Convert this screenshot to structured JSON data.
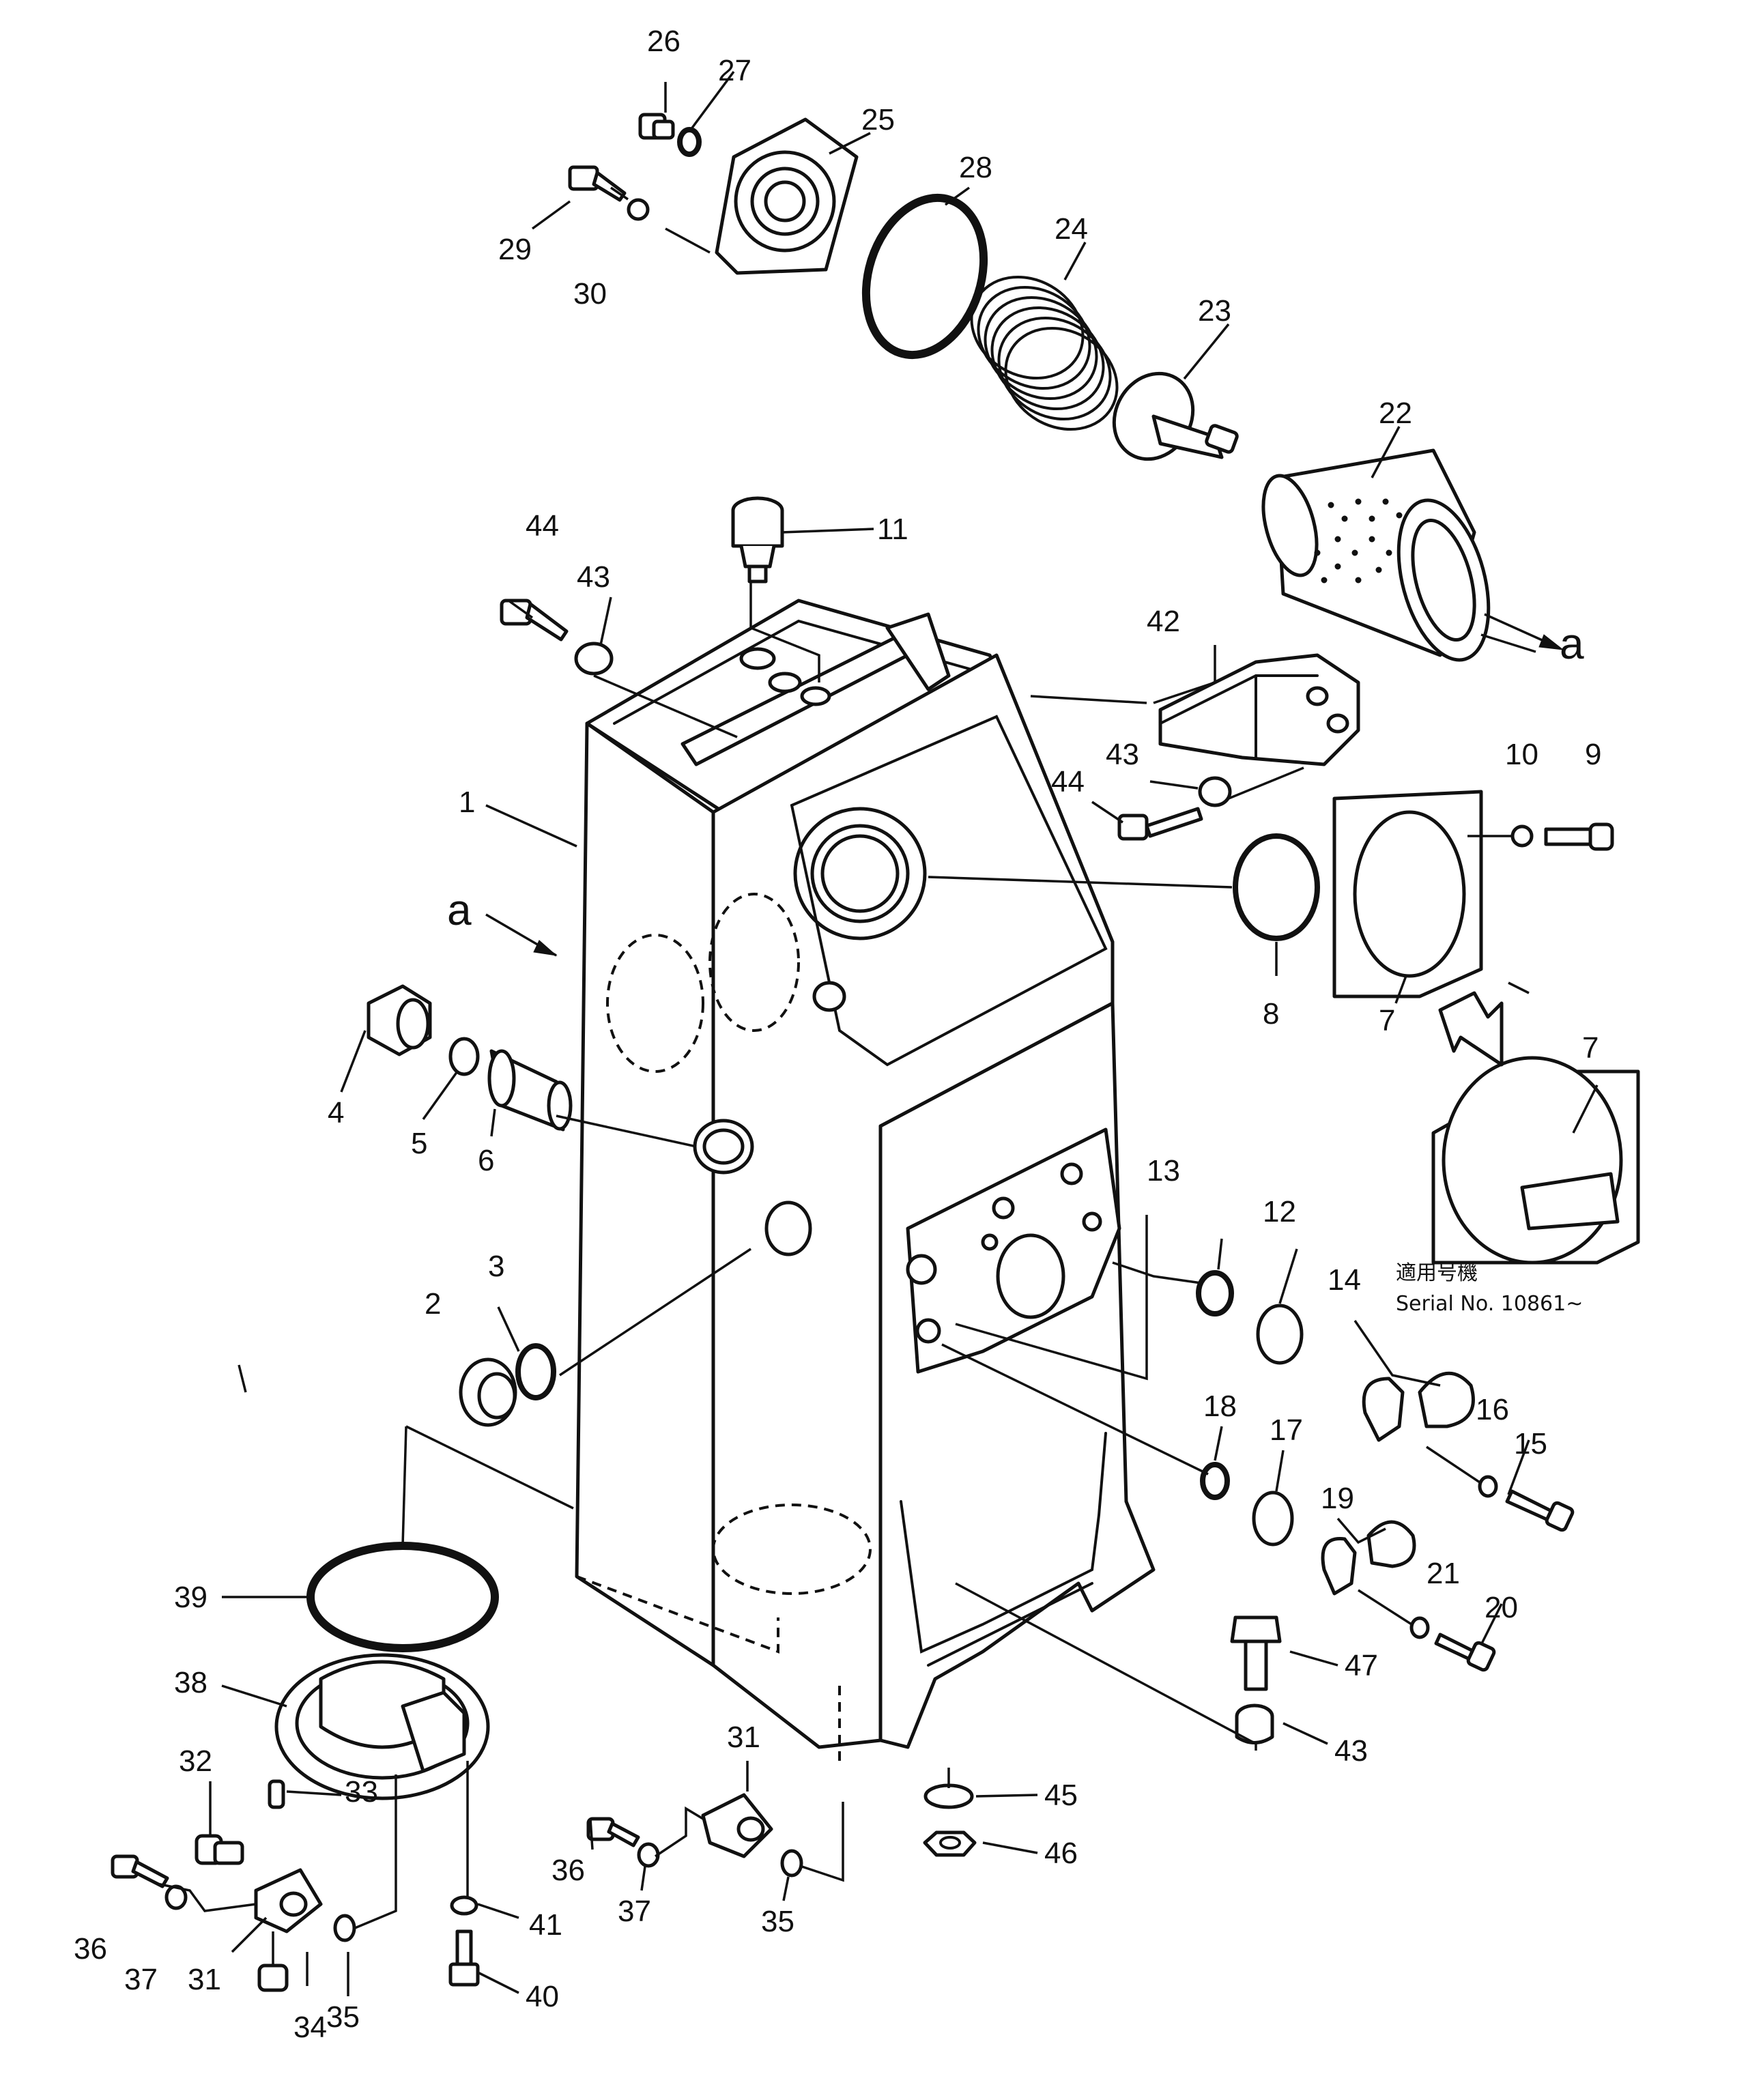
{
  "callouts": [
    {
      "id": "c1",
      "text": "1"
    },
    {
      "id": "c2",
      "text": "2"
    },
    {
      "id": "c3",
      "text": "3"
    },
    {
      "id": "c4",
      "text": "4"
    },
    {
      "id": "c5",
      "text": "5"
    },
    {
      "id": "c6",
      "text": "6"
    },
    {
      "id": "c7a",
      "text": "7"
    },
    {
      "id": "c7b",
      "text": "7"
    },
    {
      "id": "c8",
      "text": "8"
    },
    {
      "id": "c9",
      "text": "9"
    },
    {
      "id": "c10",
      "text": "10"
    },
    {
      "id": "c11",
      "text": "11"
    },
    {
      "id": "c12",
      "text": "12"
    },
    {
      "id": "c13",
      "text": "13"
    },
    {
      "id": "c14",
      "text": "14"
    },
    {
      "id": "c15",
      "text": "15"
    },
    {
      "id": "c16",
      "text": "16"
    },
    {
      "id": "c17",
      "text": "17"
    },
    {
      "id": "c18",
      "text": "18"
    },
    {
      "id": "c19",
      "text": "19"
    },
    {
      "id": "c20",
      "text": "20"
    },
    {
      "id": "c21",
      "text": "21"
    },
    {
      "id": "c22",
      "text": "22"
    },
    {
      "id": "c23",
      "text": "23"
    },
    {
      "id": "c24",
      "text": "24"
    },
    {
      "id": "c25",
      "text": "25"
    },
    {
      "id": "c26",
      "text": "26"
    },
    {
      "id": "c27",
      "text": "27"
    },
    {
      "id": "c28",
      "text": "28"
    },
    {
      "id": "c29",
      "text": "29"
    },
    {
      "id": "c30",
      "text": "30"
    },
    {
      "id": "c31a",
      "text": "31"
    },
    {
      "id": "c31b",
      "text": "31"
    },
    {
      "id": "c32",
      "text": "32"
    },
    {
      "id": "c33",
      "text": "33"
    },
    {
      "id": "c34",
      "text": "34"
    },
    {
      "id": "c35a",
      "text": "35"
    },
    {
      "id": "c35b",
      "text": "35"
    },
    {
      "id": "c36a",
      "text": "36"
    },
    {
      "id": "c36b",
      "text": "36"
    },
    {
      "id": "c37a",
      "text": "37"
    },
    {
      "id": "c37b",
      "text": "37"
    },
    {
      "id": "c38",
      "text": "38"
    },
    {
      "id": "c39",
      "text": "39"
    },
    {
      "id": "c40",
      "text": "40"
    },
    {
      "id": "c41",
      "text": "41"
    },
    {
      "id": "c42",
      "text": "42"
    },
    {
      "id": "c43a",
      "text": "43"
    },
    {
      "id": "c43b",
      "text": "43"
    },
    {
      "id": "c43c",
      "text": "43"
    },
    {
      "id": "c44a",
      "text": "44"
    },
    {
      "id": "c44b",
      "text": "44"
    },
    {
      "id": "c45",
      "text": "45"
    },
    {
      "id": "c46",
      "text": "46"
    },
    {
      "id": "c47",
      "text": "47"
    }
  ],
  "view_markers": [
    {
      "id": "va_left",
      "text": "a"
    },
    {
      "id": "va_right",
      "text": "a"
    }
  ],
  "serial_note": {
    "japanese": "適用号機",
    "serial": "Serial No. 10861~"
  }
}
